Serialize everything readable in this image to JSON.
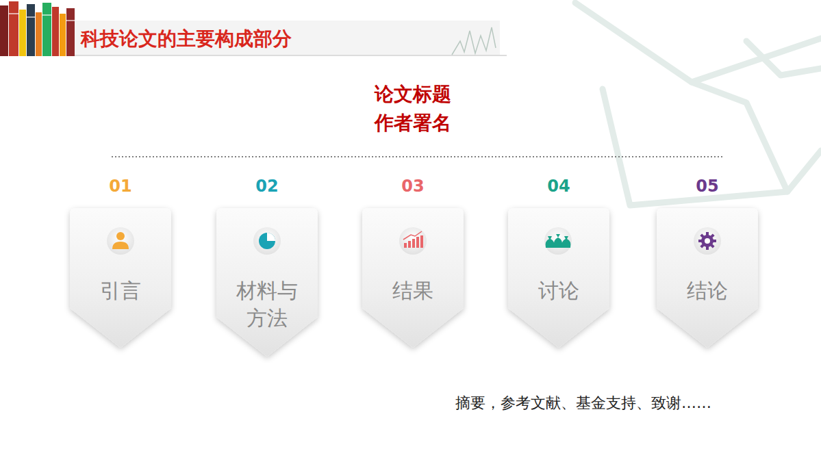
{
  "diagram": {
    "title": "科技论文的主要构成部分",
    "nodes": [
      {
        "text": [
          "01",
          "引言"
        ]
      },
      {
        "text": [
          "02",
          "材料与方法"
        ]
      },
      {
        "text": [
          "03",
          "结果"
        ]
      },
      {
        "text": [
          "04",
          "讨论"
        ]
      },
      {
        "text": [
          "05",
          "结论"
        ]
      }
    ],
    "labels": [
      "论文标题",
      "作者署名",
      "摘要，参考文献、基金支持、致谢……"
    ]
  }
}
